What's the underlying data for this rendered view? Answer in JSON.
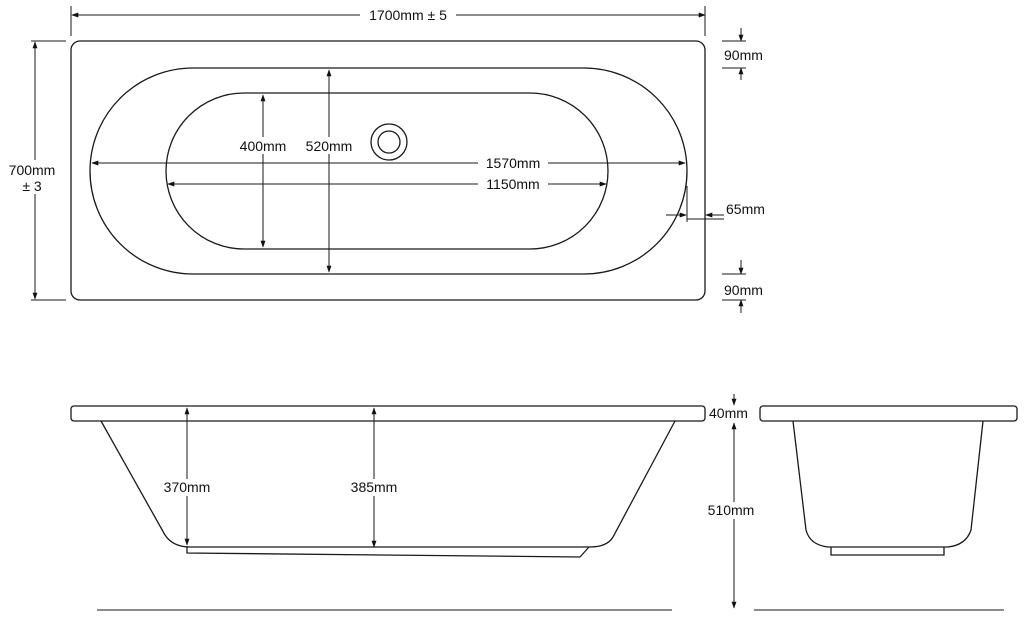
{
  "plan": {
    "overall_length": "1700mm ± 5",
    "overall_width_line1": "700mm",
    "overall_width_line2": "± 3",
    "rim_top": "90mm",
    "rim_bottom": "90mm",
    "rim_side": "65mm",
    "inner_width": "400mm",
    "outer_width": "520mm",
    "outer_length": "1570mm",
    "inner_length": "1150mm"
  },
  "side_view": {
    "depth_left": "370mm",
    "depth_centre": "385mm"
  },
  "end_view": {
    "rim_thickness": "40mm",
    "total_height": "510mm"
  }
}
